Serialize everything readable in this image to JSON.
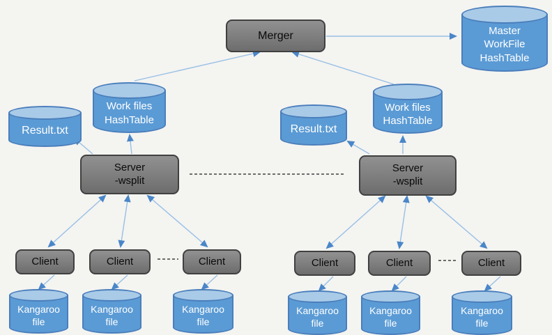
{
  "nodes": {
    "merger": "Merger",
    "master_hashtable": "Master\nWorkFile\nHashTable",
    "work_files_hashtable": "Work files\nHashTable",
    "result_file": "Result.txt",
    "server": "Server\n-wsplit",
    "client": "Client",
    "kangaroo_file": "Kangaroo\nfile"
  },
  "colors": {
    "cylinder_body": "#5b9bd5",
    "cylinder_top": "#a9cbe8",
    "cylinder_border": "#4a7ebb",
    "box_fill": "#7f7f7f",
    "box_border": "#404040",
    "arrow_line": "#98bfe5",
    "arrow_head": "#4a86c8",
    "dashed_line": "#3f3f3f",
    "background": "#f4f4f1"
  },
  "edges": [
    {
      "from": "work-files-hashtable-left",
      "to": "merger",
      "type": "arrow"
    },
    {
      "from": "work-files-hashtable-right",
      "to": "merger",
      "type": "arrow"
    },
    {
      "from": "merger",
      "to": "master-workfile-hashtable",
      "type": "arrow"
    },
    {
      "from": "server-left",
      "to": "work-files-hashtable-left",
      "type": "arrow"
    },
    {
      "from": "server-left",
      "to": "result-left",
      "type": "arrow"
    },
    {
      "from": "server-left",
      "to": "client-1",
      "type": "double-arrow"
    },
    {
      "from": "server-left",
      "to": "client-2",
      "type": "double-arrow"
    },
    {
      "from": "server-left",
      "to": "client-3",
      "type": "double-arrow"
    },
    {
      "from": "client-1",
      "to": "kangaroo-file-1",
      "type": "arrow"
    },
    {
      "from": "client-2",
      "to": "kangaroo-file-2",
      "type": "arrow"
    },
    {
      "from": "client-3",
      "to": "kangaroo-file-3",
      "type": "arrow"
    },
    {
      "from": "server-right",
      "to": "work-files-hashtable-right",
      "type": "arrow"
    },
    {
      "from": "server-right",
      "to": "result-right",
      "type": "arrow"
    },
    {
      "from": "server-right",
      "to": "client-4",
      "type": "double-arrow"
    },
    {
      "from": "server-right",
      "to": "client-5",
      "type": "double-arrow"
    },
    {
      "from": "server-right",
      "to": "client-6",
      "type": "double-arrow"
    },
    {
      "from": "client-4",
      "to": "kangaroo-file-4",
      "type": "arrow"
    },
    {
      "from": "client-5",
      "to": "kangaroo-file-5",
      "type": "arrow"
    },
    {
      "from": "client-6",
      "to": "kangaroo-file-6",
      "type": "arrow"
    },
    {
      "from": "server-left",
      "to": "server-right",
      "type": "dashed"
    },
    {
      "from": "client-2",
      "to": "client-3",
      "type": "dashed"
    },
    {
      "from": "client-5",
      "to": "client-6",
      "type": "dashed"
    }
  ]
}
